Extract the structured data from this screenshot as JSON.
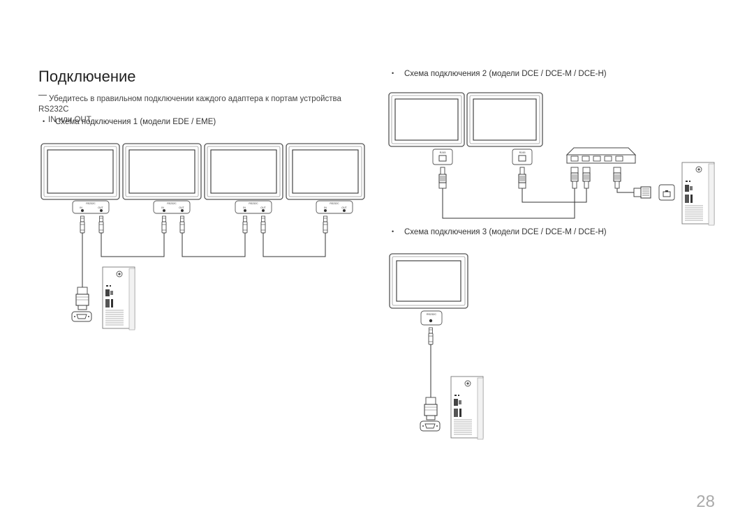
{
  "page": {
    "title": "Подключение",
    "note_line1": "Убедитесь в правильном подключении каждого адаптера к портам устройства RS232C",
    "note_line2": "IN или OUT.",
    "scheme1": "Схема подключения 1 (модели EDE / EME)",
    "scheme2": "Схема подключения 2 (модели DCE / DCE-M / DCE-H)",
    "scheme3": "Схема подключения 3 (модели DCE / DCE-M / DCE-H)",
    "page_number": "28"
  },
  "diagram": {
    "rs232c_label": "RS232C",
    "in_label": "IN",
    "out_label": "OUT",
    "rj45_label": "RJ45"
  }
}
